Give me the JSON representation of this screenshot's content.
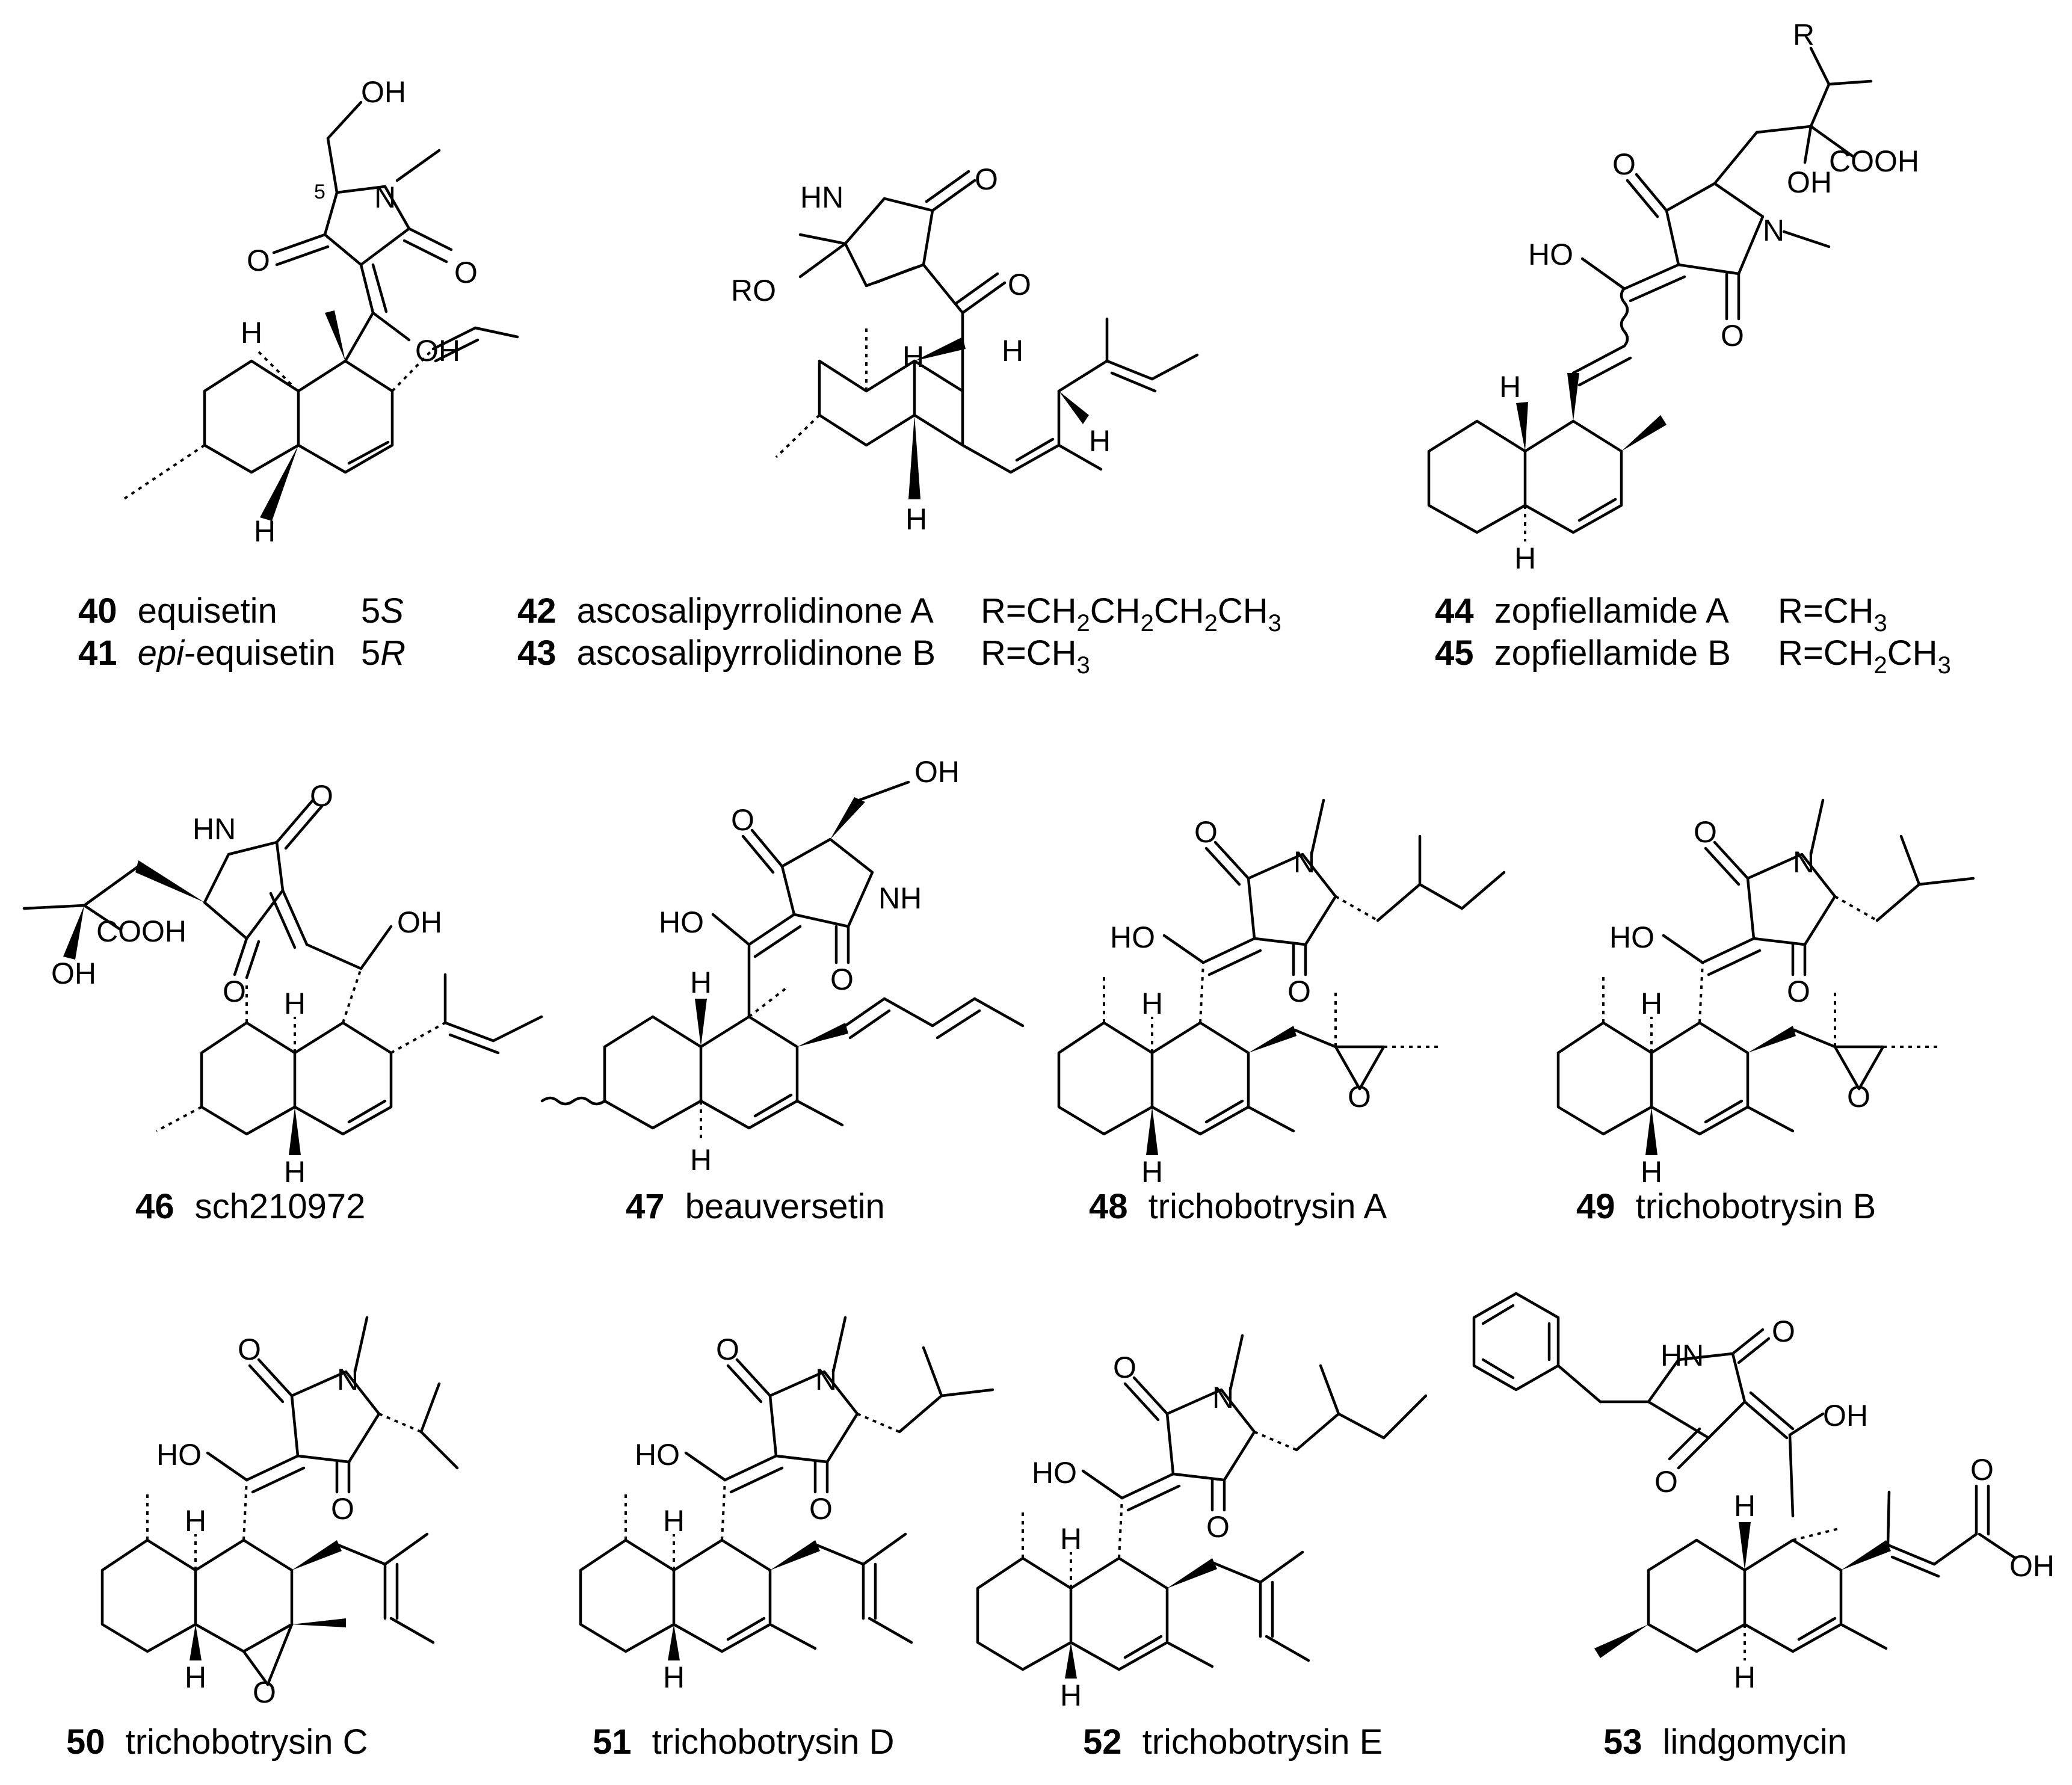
{
  "figure": {
    "compounds": [
      {
        "id": "40",
        "lines": [
          {
            "num": "40",
            "name": "equisetin",
            "note_prefix": "5",
            "note_italic": "S"
          },
          {
            "num": "41",
            "name_italic": "epi",
            "name": "-equisetin",
            "note_prefix": "5",
            "note_italic": "R"
          }
        ]
      },
      {
        "id": "42",
        "lines": [
          {
            "num": "42",
            "name": "ascosalipyrrolidinone A",
            "r_text": "R=CH",
            "r_sub": [
              "2",
              "2",
              "2",
              "3"
            ],
            "r_groups": [
              "CH",
              "CH",
              "CH"
            ]
          },
          {
            "num": "43",
            "name": "ascosalipyrrolidinone B",
            "r_text": "R=CH",
            "r_sub": [
              "3"
            ]
          }
        ]
      },
      {
        "id": "44",
        "lines": [
          {
            "num": "44",
            "name": "zopfiellamide A",
            "r_text": "R=CH",
            "r_sub": [
              "3"
            ]
          },
          {
            "num": "45",
            "name": "zopfiellamide B",
            "r_text": "R=CH",
            "r_sub": [
              "2",
              "3"
            ],
            "r_groups": [
              "CH"
            ]
          }
        ]
      },
      {
        "id": "46",
        "num": "46",
        "name": "sch210972"
      },
      {
        "id": "47",
        "num": "47",
        "name": "beauversetin"
      },
      {
        "id": "48",
        "num": "48",
        "name": "trichobotrysin A"
      },
      {
        "id": "49",
        "num": "49",
        "name": "trichobotrysin B"
      },
      {
        "id": "50",
        "num": "50",
        "name": "trichobotrysin C"
      },
      {
        "id": "51",
        "num": "51",
        "name": "trichobotrysin D"
      },
      {
        "id": "52",
        "num": "52",
        "name": "trichobotrysin E"
      },
      {
        "id": "53",
        "num": "53",
        "name": "lindgomycin"
      }
    ],
    "atom_labels": {
      "oh": "OH",
      "ho": "HO",
      "o": "O",
      "n": "N",
      "h": "H",
      "hn": "HN",
      "nh": "NH",
      "r": "R",
      "ro": "RO",
      "cooh": "COOH",
      "five": "5"
    }
  }
}
